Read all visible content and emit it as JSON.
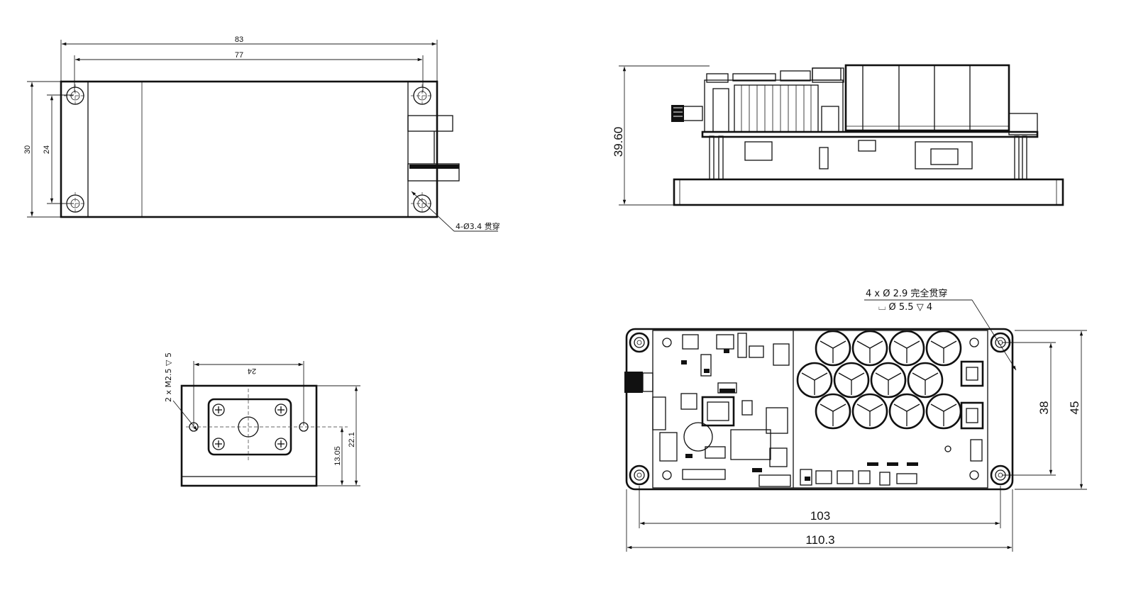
{
  "top_left_view": {
    "dim_overall_length": "83",
    "dim_hole_spacing_length": "77",
    "dim_overall_width": "30",
    "dim_hole_spacing_width": "24",
    "hole_callout": "4-Ø3.4 贯穿"
  },
  "top_right_view": {
    "dim_height": "39.60"
  },
  "bottom_left_view": {
    "dim_hole_spacing": "24",
    "thread_callout": "2 x M2.5 ▽ 5",
    "dim_center_height": "13.05",
    "dim_total_height": "22.1"
  },
  "bottom_right_view": {
    "hole_callout_line1": "4 x  Ø  2.9 完全贯穿",
    "hole_callout_line2": "⌴  Ø  5.5  ▽  4",
    "dim_hole_spacing_width": "38",
    "dim_overall_width": "45",
    "dim_hole_spacing_length": "103",
    "dim_overall_length": "110.3"
  }
}
